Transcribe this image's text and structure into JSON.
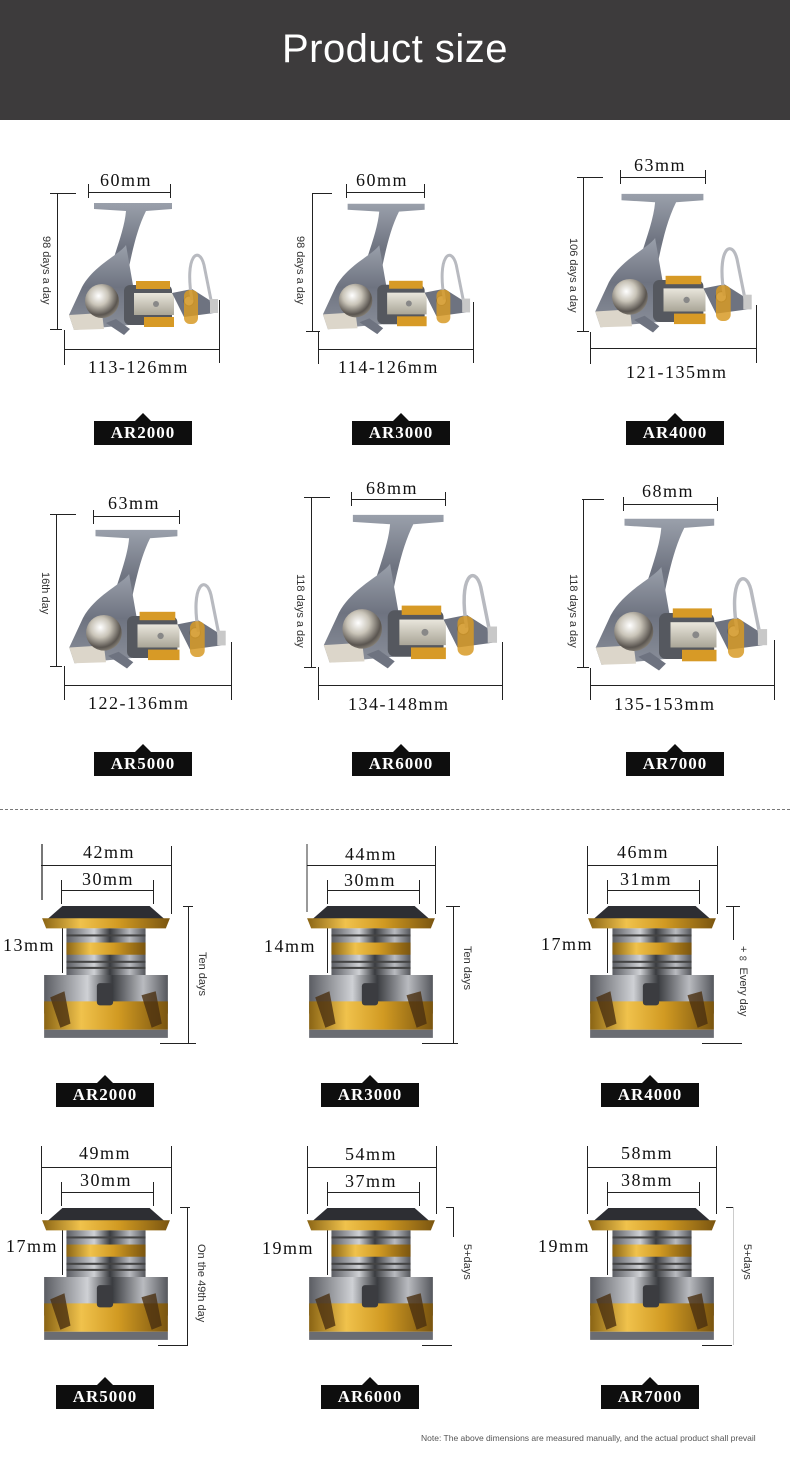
{
  "header": {
    "title": "Product size"
  },
  "reels": [
    {
      "model": "AR2000",
      "handle_width": "60mm",
      "height_label": "98 days a day",
      "length": "113-126mm"
    },
    {
      "model": "AR3000",
      "handle_width": "60mm",
      "height_label": "98 days a day",
      "length": "114-126mm"
    },
    {
      "model": "AR4000",
      "handle_width": "63mm",
      "height_label": "106 days a day",
      "length": "121-135mm"
    },
    {
      "model": "AR5000",
      "handle_width": "63mm",
      "height_label": "16th day",
      "length": "122-136mm"
    },
    {
      "model": "AR6000",
      "handle_width": "68mm",
      "height_label": "118 days a day",
      "length": "134-148mm"
    },
    {
      "model": "AR7000",
      "handle_width": "68mm",
      "height_label": "118 days a day",
      "length": "135-153mm"
    }
  ],
  "spools": [
    {
      "model": "AR2000",
      "outer_diameter": "42mm",
      "inner_diameter": "30mm",
      "line_depth": "13mm",
      "height_label": "Ten days"
    },
    {
      "model": "AR3000",
      "outer_diameter": "44mm",
      "inner_diameter": "30mm",
      "line_depth": "14mm",
      "height_label": "Ten days"
    },
    {
      "model": "AR4000",
      "outer_diameter": "46mm",
      "inner_diameter": "31mm",
      "line_depth": "17mm",
      "height_label": "+∞ Every day"
    },
    {
      "model": "AR5000",
      "outer_diameter": "49mm",
      "inner_diameter": "30mm",
      "line_depth": "17mm",
      "height_label": "On the 49th day"
    },
    {
      "model": "AR6000",
      "outer_diameter": "54mm",
      "inner_diameter": "37mm",
      "line_depth": "19mm",
      "height_label": "5+days"
    },
    {
      "model": "AR7000",
      "outer_diameter": "58mm",
      "inner_diameter": "38mm",
      "line_depth": "19mm",
      "height_label": "5+days"
    }
  ],
  "note": "Note: The above dimensions are measured manually, and the actual product shall prevail",
  "colors": {
    "header_bg": "#3d3b3c",
    "badge_bg": "#0e0e0e",
    "gold": "#d9a22a",
    "body_gray": "#7d8290"
  }
}
